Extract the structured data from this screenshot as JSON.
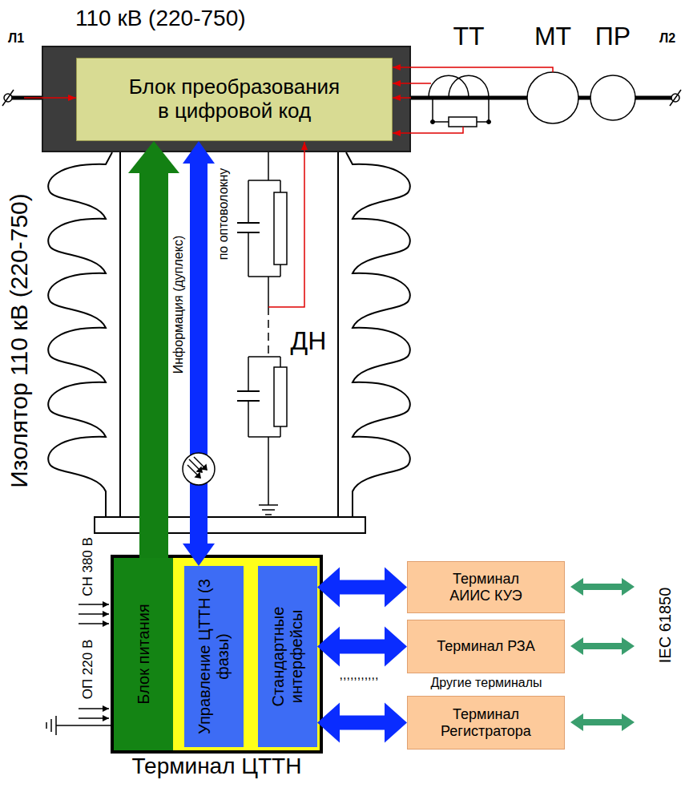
{
  "diagram": {
    "nodes": [
      {
        "text": [
          "110 кВ (220-750)"
        ]
      },
      {
        "text": [
          "Блок преобразования в цифровой код"
        ],
        "in": 0
      },
      {
        "text": [
          "Терминал ЦТТН"
        ]
      },
      {
        "text": [
          "Блок питания"
        ],
        "in": 2
      },
      {
        "text": [
          "Управление ЦТТН (3 фазы)"
        ],
        "in": 2
      },
      {
        "text": [
          "Стандартные интерфейсы"
        ],
        "in": 2
      },
      {
        "text": [
          "Терминал АИИС КУЭ"
        ]
      },
      {
        "text": [
          "Терминал РЗА"
        ]
      },
      {
        "text": [
          "Терминал Регистратора"
        ]
      }
    ],
    "edges": [
      {
        "from": 3,
        "to": 1,
        "arrow": "to"
      },
      {
        "from": 4,
        "to": 1,
        "arrow": "both"
      },
      {
        "from": 5,
        "to": 6,
        "arrow": "both"
      },
      {
        "from": 5,
        "to": 7,
        "arrow": "both"
      },
      {
        "from": 5,
        "to": 8,
        "arrow": "both"
      }
    ],
    "labels": [
      "Л1",
      "Л2",
      "ТТ",
      "МТ",
      "ПР",
      "Изолятор 110 кВ (220-750)",
      "Информация (дуплекс)",
      "по оптоволокну",
      "ДН",
      "СН 380 В",
      "ОП 220 В",
      "Другие терминалы",
      ",,,,,,,,,,,",
      "IEC 61850"
    ]
  }
}
